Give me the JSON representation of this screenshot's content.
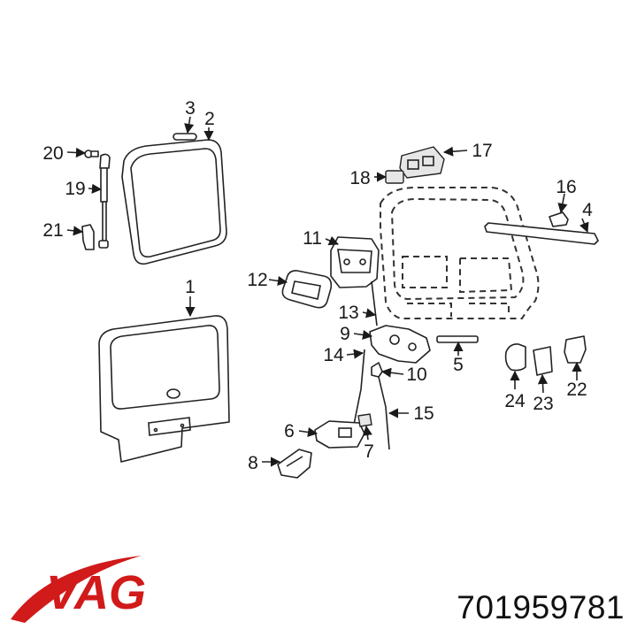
{
  "brand": {
    "logo_text": "VAG",
    "logo_color": "#d11a1a"
  },
  "part_number": "701959781",
  "callouts": {
    "c1": "1",
    "c2": "2",
    "c3": "3",
    "c4": "4",
    "c5": "5",
    "c6": "6",
    "c7": "7",
    "c8": "8",
    "c9": "9",
    "c10": "10",
    "c11": "11",
    "c12": "12",
    "c13": "13",
    "c14": "14",
    "c15": "15",
    "c16": "16",
    "c17": "17",
    "c18": "18",
    "c19": "19",
    "c20": "20",
    "c21": "21",
    "c22": "22",
    "c23": "23",
    "c24": "24"
  }
}
